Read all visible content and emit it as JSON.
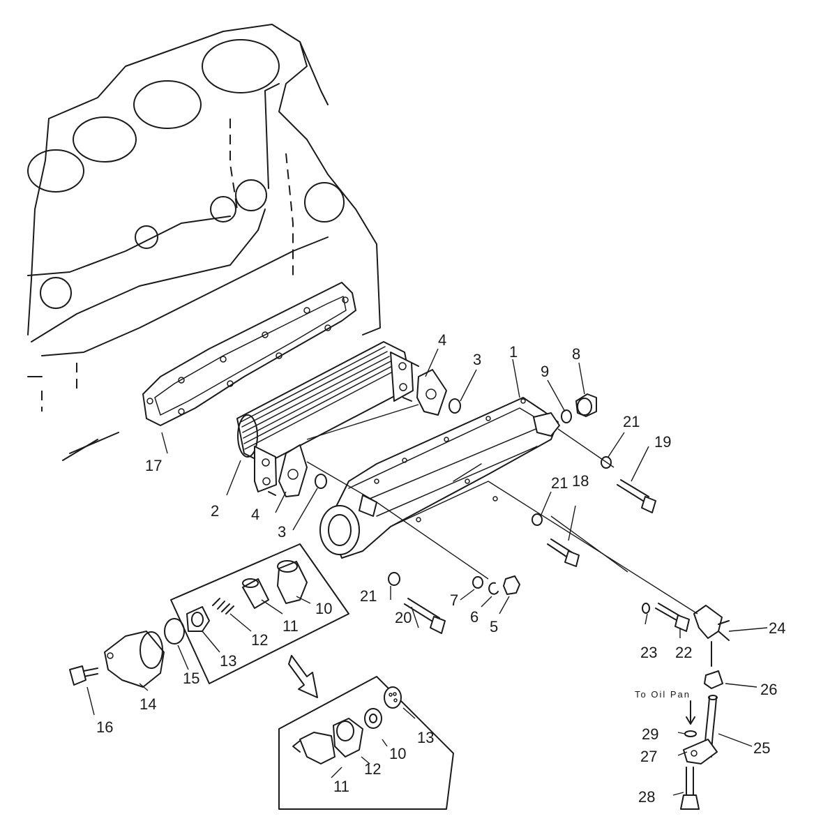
{
  "labels": {
    "p1": "1",
    "p2": "2",
    "p3a": "3",
    "p3b": "3",
    "p4a": "4",
    "p4b": "4",
    "p5": "5",
    "p6": "6",
    "p7": "7",
    "p8": "8",
    "p9": "9",
    "p10a": "10",
    "p10b": "10",
    "p11a": "11",
    "p11b": "11",
    "p12a": "12",
    "p12b": "12",
    "p13a": "13",
    "p13b": "13",
    "p14": "14",
    "p15": "15",
    "p16": "16",
    "p17": "17",
    "p18": "18",
    "p19": "19",
    "p20": "20",
    "p21a": "21",
    "p21b": "21",
    "p21c": "21",
    "p22": "22",
    "p23": "23",
    "p24": "24",
    "p25": "25",
    "p26": "26",
    "p27": "27",
    "p28": "28",
    "p29": "29"
  },
  "note": "To Oil Pan"
}
